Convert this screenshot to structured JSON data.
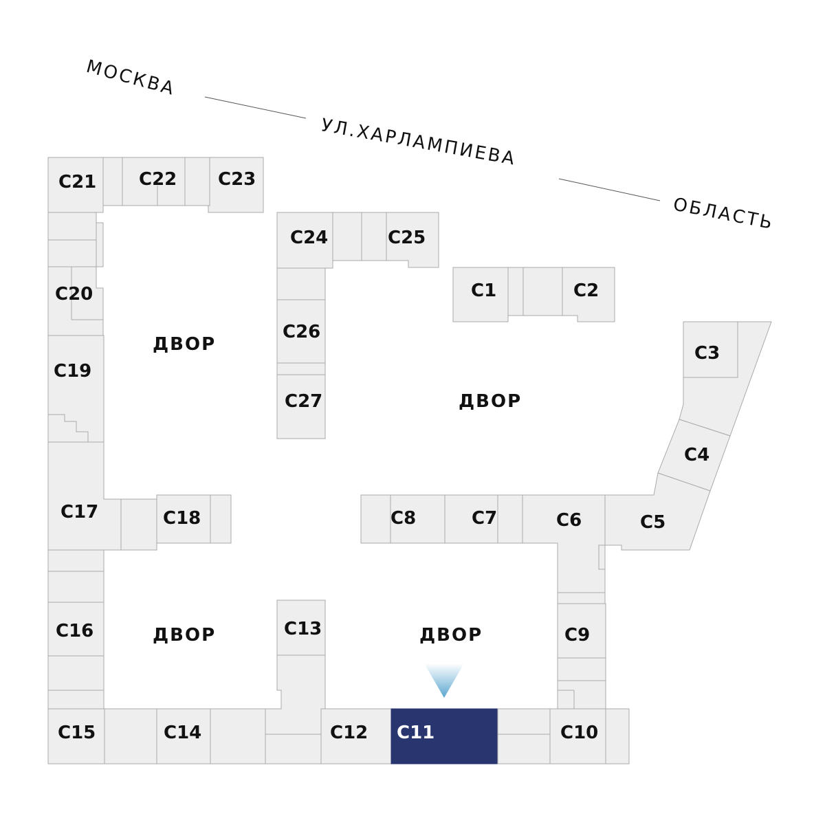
{
  "street": {
    "city": "МОСКВА",
    "name": "УЛ.ХАРЛАМПИЕВА",
    "region": "ОБЛАСТЬ"
  },
  "yards": {
    "north_west": "ДВОР",
    "north_east": "ДВОР",
    "south_west": "ДВОР",
    "south_east": "ДВОР"
  },
  "units": {
    "c1": "С1",
    "c2": "С2",
    "c3": "С3",
    "c4": "С4",
    "c5": "С5",
    "c6": "С6",
    "c7": "С7",
    "c8": "С8",
    "c9": "С9",
    "c10": "С10",
    "c11": "С11",
    "c12": "С12",
    "c13": "С13",
    "c14": "С14",
    "c15": "С15",
    "c16": "С16",
    "c17": "С17",
    "c18": "С18",
    "c19": "С19",
    "c20": "С20",
    "c21": "С21",
    "c22": "С22",
    "c23": "С23",
    "c24": "С24",
    "c25": "С25",
    "c26": "С26",
    "c27": "С27"
  },
  "selected_unit": "С11",
  "colors": {
    "selected": "#28356f",
    "block": "#eeeeee",
    "outline": "#a9a9a9",
    "marker": "#5aa6d0"
  },
  "marker_icon": "location-pointer-triangle"
}
